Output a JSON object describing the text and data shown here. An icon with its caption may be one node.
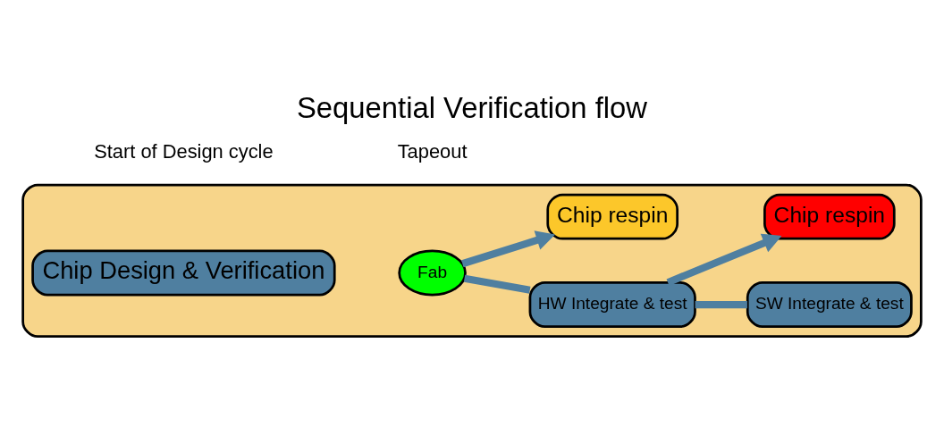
{
  "diagram": {
    "title": "Sequential Verification flow",
    "nodes": [
      {
        "text": [],
        "shape": "box"
      },
      {
        "text": [
          "Chip Design & Verification"
        ],
        "in": 0
      },
      {
        "text": [
          "Fab"
        ],
        "in": 0
      },
      {
        "text": [
          "HW Integrate & test"
        ],
        "in": 0
      },
      {
        "text": [
          "SW Integrate & test"
        ],
        "in": 0
      },
      {
        "text": [
          "Chip respin"
        ],
        "in": 0
      },
      {
        "text": [
          "Chip respin"
        ],
        "in": 0
      }
    ],
    "edges": [
      {
        "from": 2,
        "to": 3,
        "arrow": "none"
      },
      {
        "from": 2,
        "to": 5,
        "arrow": "to"
      },
      {
        "from": 3,
        "to": 4,
        "arrow": "none"
      },
      {
        "from": 3,
        "to": 6,
        "arrow": "to"
      }
    ],
    "labels": [
      "Start of Design cycle",
      "Tapeout"
    ]
  }
}
